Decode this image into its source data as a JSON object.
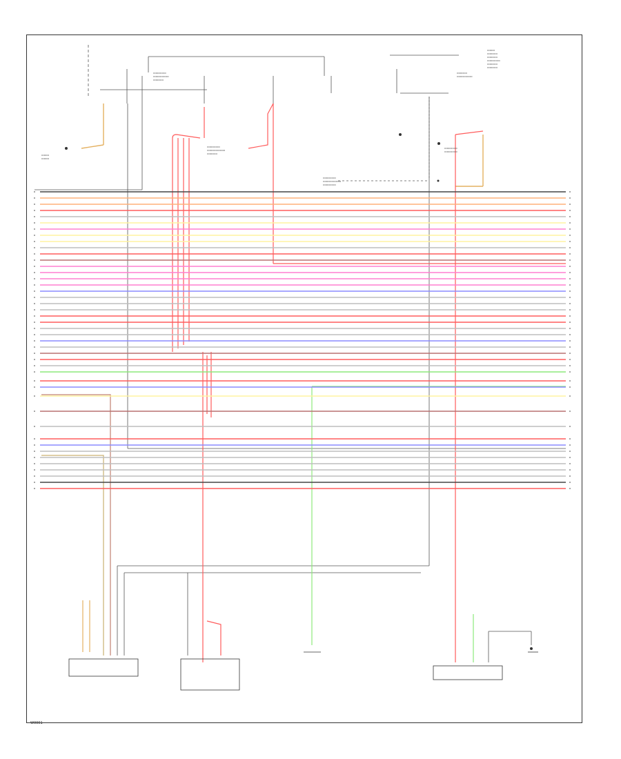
{
  "diagram": {
    "sheet_label": "W0001",
    "wire_colors": {
      "red": "#ff5b5b",
      "orange": "#ffb078",
      "yellow": "#fff3a0",
      "pink": "#ff7fd0",
      "blue": "#8a8aff",
      "green": "#8ce87a",
      "brown": "#b87070",
      "grey": "#bdbdbd",
      "black": "#444444",
      "tan": "#e4c98a"
    },
    "bus_wires": [
      {
        "color": "black"
      },
      {
        "color": "orange"
      },
      {
        "color": "orange"
      },
      {
        "color": "red"
      },
      {
        "color": "grey"
      },
      {
        "color": "yellow"
      },
      {
        "color": "pink"
      },
      {
        "color": "yellow"
      },
      {
        "color": "yellow"
      },
      {
        "color": "grey"
      },
      {
        "color": "red"
      },
      {
        "color": "brown"
      },
      {
        "color": "pink"
      },
      {
        "color": "pink"
      },
      {
        "color": "pink"
      },
      {
        "color": "pink"
      },
      {
        "color": "blue"
      },
      {
        "color": "grey"
      },
      {
        "color": "grey"
      },
      {
        "color": "grey"
      },
      {
        "color": "red"
      },
      {
        "color": "red"
      },
      {
        "color": "grey"
      },
      {
        "color": "grey"
      },
      {
        "color": "blue"
      },
      {
        "color": "grey"
      },
      {
        "color": "brown"
      },
      {
        "color": "red"
      },
      {
        "color": "grey"
      },
      {
        "color": "green"
      },
      {
        "color": "red"
      },
      {
        "color": "blue"
      },
      {
        "color": "yellow"
      },
      {
        "color": "brown"
      },
      {
        "color": "grey"
      },
      {
        "color": "red"
      },
      {
        "color": "blue"
      },
      {
        "color": "grey"
      },
      {
        "color": "grey"
      },
      {
        "color": "grey"
      },
      {
        "color": "grey"
      },
      {
        "color": "grey"
      },
      {
        "color": "black"
      },
      {
        "color": "red"
      }
    ],
    "components": {
      "occupant_module": "",
      "steering_sensor": "",
      "transmission_range": "",
      "battery_module": "",
      "right_junction": ""
    }
  }
}
